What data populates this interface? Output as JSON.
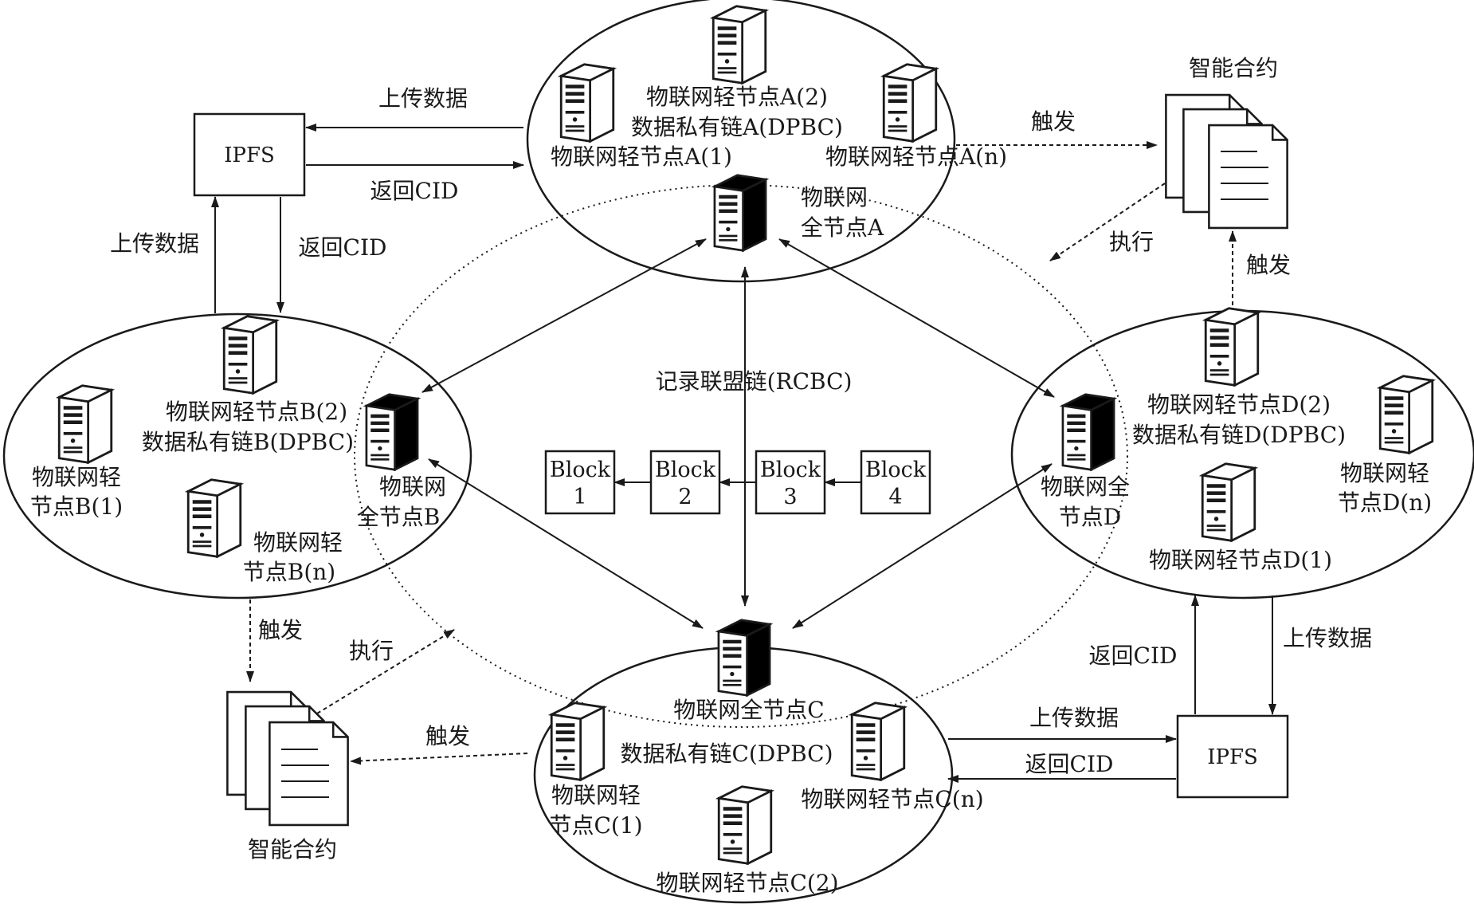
{
  "ipfs_label": "IPFS",
  "rcbc_label": "记录联盟链(RCBC)",
  "blocks": [
    {
      "word": "Block",
      "num": "1"
    },
    {
      "word": "Block",
      "num": "2"
    },
    {
      "word": "Block",
      "num": "3"
    },
    {
      "word": "Block",
      "num": "4"
    }
  ],
  "contract_label": "智能合约",
  "edges": {
    "upload": "上传数据",
    "return_cid": "返回CID",
    "trigger": "触发",
    "execute": "执行"
  },
  "groups": {
    "A": {
      "light2": [
        "物联网轻节点A(2)"
      ],
      "chain": [
        "数据私有链A(DPBC)"
      ],
      "light1": [
        "物联网轻节点A(1)"
      ],
      "lightn": [
        "物联网轻节点A(n)"
      ],
      "full": [
        "物联网",
        "全节点A"
      ]
    },
    "B": {
      "light2": [
        "物联网轻节点B(2)"
      ],
      "chain": [
        "数据私有链B(DPBC)"
      ],
      "light1": [
        "物联网轻",
        "节点B(1)"
      ],
      "lightn": [
        "物联网轻",
        "节点B(n)"
      ],
      "full": [
        "物联网",
        "全节点B"
      ]
    },
    "C": {
      "full": [
        "物联网全节点C"
      ],
      "chain": [
        "数据私有链C(DPBC)"
      ],
      "light1": [
        "物联网轻",
        "节点C(1)"
      ],
      "lightn": [
        "物联网轻节点C(n)"
      ],
      "light2": [
        "物联网轻节点C(2)"
      ]
    },
    "D": {
      "full": [
        "物联网全",
        "节点D"
      ],
      "light2": [
        "物联网轻节点D(2)"
      ],
      "chain": [
        "数据私有链D(DPBC)"
      ],
      "lightn": [
        "物联网轻",
        "节点D(n)"
      ],
      "light1": [
        "物联网轻节点D(1)"
      ]
    }
  },
  "colors": {
    "line": "#1a1a1a",
    "server_light": "#ffffff",
    "server_full": "#000000"
  },
  "icons": {
    "light_node": "server-light-icon",
    "full_node": "server-full-icon",
    "contract": "document-stack-icon"
  }
}
